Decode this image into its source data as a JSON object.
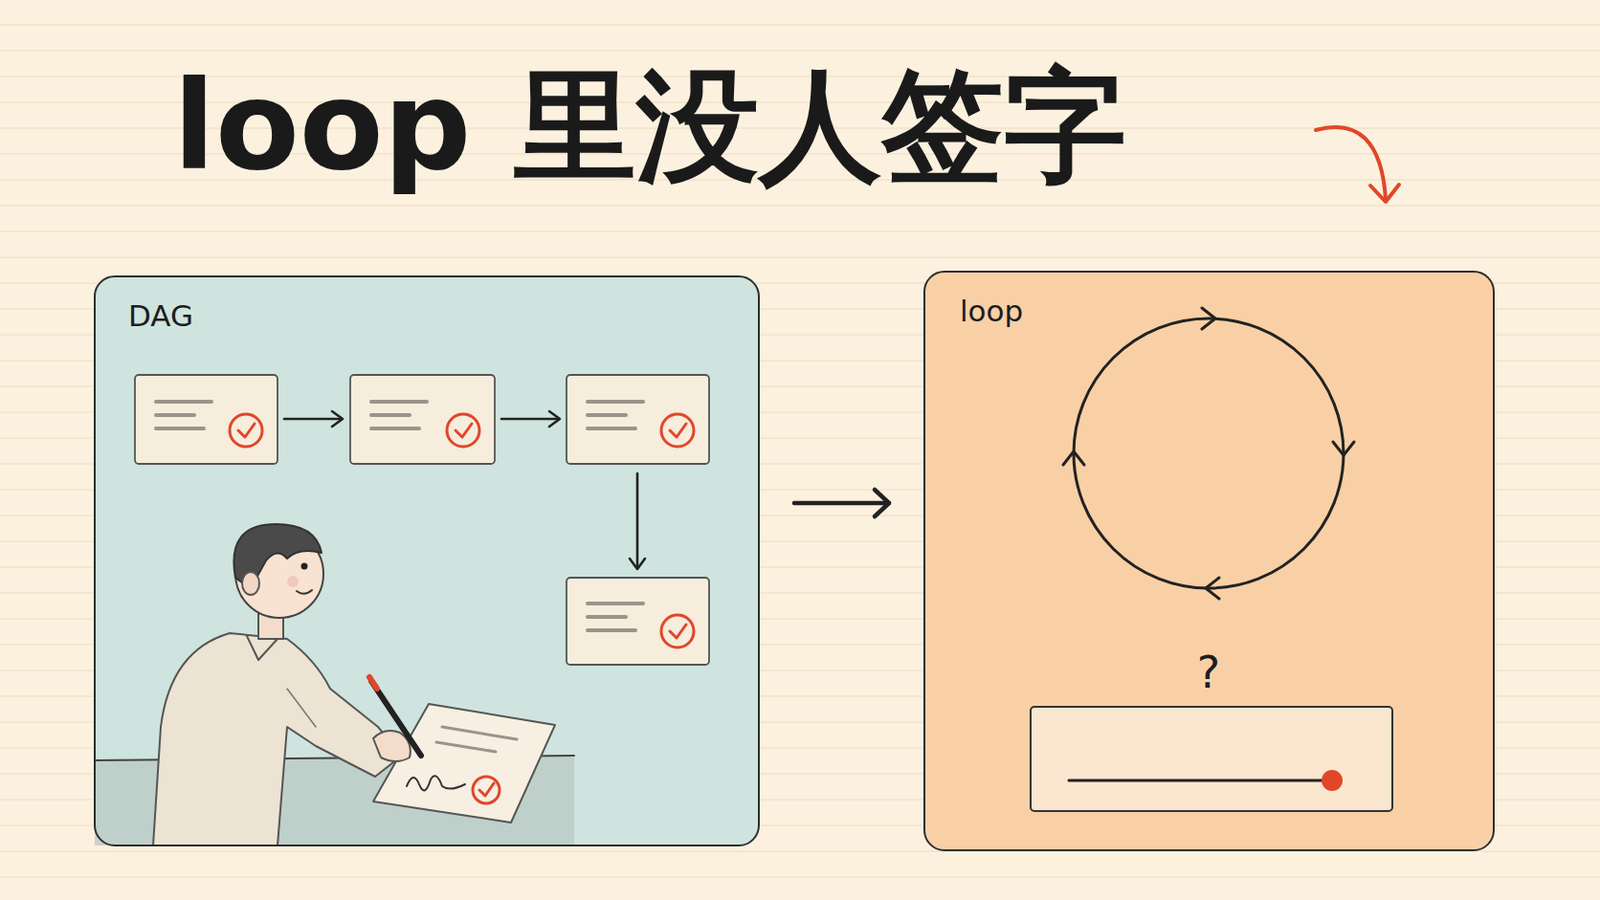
{
  "diagram": {
    "title": "loop 里没人签字",
    "nodes": [
      {
        "text": [
          "DAG"
        ]
      },
      {
        "text": [
          "loop"
        ]
      }
    ],
    "edges": [
      {
        "from": 0,
        "to": 1,
        "arrow": "to"
      }
    ],
    "labels": [
      "?"
    ]
  }
}
